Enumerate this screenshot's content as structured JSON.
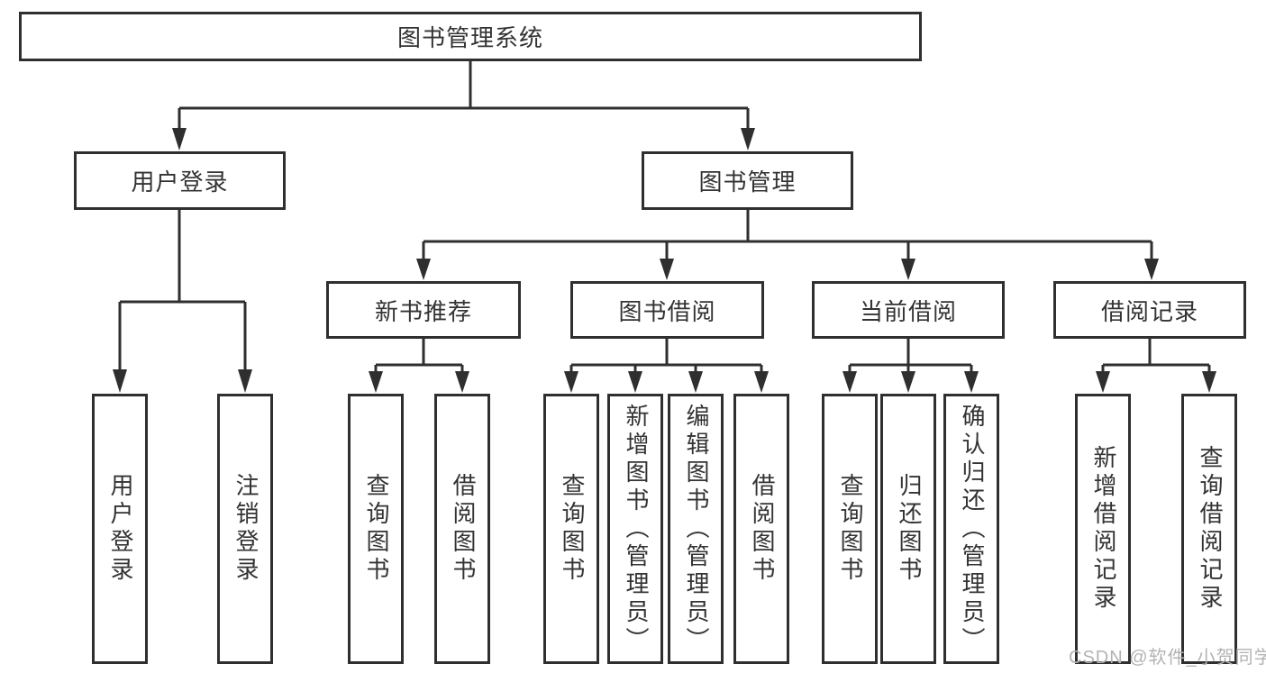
{
  "diagram": {
    "root": {
      "label": "图书管理系统"
    },
    "level2": [
      {
        "label": "用户登录"
      },
      {
        "label": "图书管理"
      }
    ],
    "level3": [
      {
        "label": "新书推荐",
        "parent": "图书管理"
      },
      {
        "label": "图书借阅",
        "parent": "图书管理"
      },
      {
        "label": "当前借阅",
        "parent": "图书管理"
      },
      {
        "label": "借阅记录",
        "parent": "图书管理"
      }
    ],
    "leaves": [
      {
        "label": "用户登录",
        "parent": "用户登录"
      },
      {
        "label": "注销登录",
        "parent": "用户登录"
      },
      {
        "label": "查询图书",
        "parent": "新书推荐"
      },
      {
        "label": "借阅图书",
        "parent": "新书推荐"
      },
      {
        "label": "查询图书",
        "parent": "图书借阅"
      },
      {
        "label": "新增图书（管理员）",
        "parent": "图书借阅"
      },
      {
        "label": "编辑图书（管理员）",
        "parent": "图书借阅"
      },
      {
        "label": "借阅图书",
        "parent": "图书借阅"
      },
      {
        "label": "查询图书",
        "parent": "当前借阅"
      },
      {
        "label": "归还图书",
        "parent": "当前借阅"
      },
      {
        "label": "确认归还（管理员）",
        "parent": "当前借阅"
      },
      {
        "label": "新增借阅记录",
        "parent": "借阅记录"
      },
      {
        "label": "查询借阅记录",
        "parent": "借阅记录"
      }
    ],
    "watermark": {
      "text": "CSDN @软件_小贺同学"
    },
    "colors": {
      "line": "#2f2f2f",
      "text": "#333333",
      "box_background": "#ffffff",
      "watermark": "#b3b3b3"
    }
  }
}
